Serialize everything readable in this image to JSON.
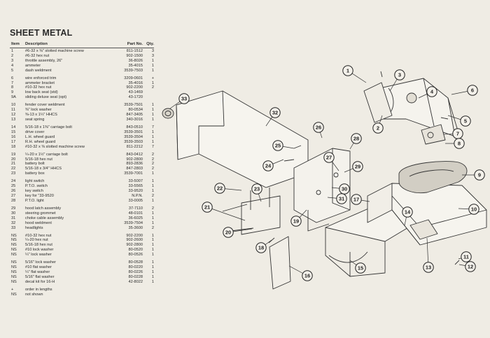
{
  "title": "SHEET METAL",
  "headers": {
    "item": "Item",
    "description": "Description",
    "part": "Part No.",
    "qty": "Qty."
  },
  "groups": [
    [
      {
        "item": "1",
        "desc": "#6-32 x ⅜\" slotted machine screw",
        "part": "811-1512",
        "qty": "3"
      },
      {
        "item": "2",
        "desc": "#6-32 hex nut",
        "part": "902-1500",
        "qty": "3"
      },
      {
        "item": "3",
        "desc": "throttle assembly, 26\"",
        "part": "36-8026",
        "qty": "1"
      },
      {
        "item": "4",
        "desc": "ammeter",
        "part": "35-4015",
        "qty": "1"
      },
      {
        "item": "5",
        "desc": "dash weldment",
        "part": "3539-7503",
        "qty": "1"
      }
    ],
    [
      {
        "item": "6",
        "desc": "wire enforced trim",
        "part": "3209-0601",
        "qty": "+"
      },
      {
        "item": "7",
        "desc": "ammeter bracket",
        "part": "35-4016",
        "qty": "1"
      },
      {
        "item": "8",
        "desc": "#10-32 hex nut",
        "part": "902-2200",
        "qty": "2"
      },
      {
        "item": "9",
        "desc": "low back seat (std)",
        "part": "43-1469",
        "qty": ""
      },
      {
        "item": "9A",
        "desc": "sliding deluxe seat (opt)",
        "part": "43-1720",
        "qty": ""
      }
    ],
    [
      {
        "item": "10",
        "desc": "fender cover weldment",
        "part": "3539-7501",
        "qty": "1"
      },
      {
        "item": "11",
        "desc": "⅜\" lock washer",
        "part": "80-0534",
        "qty": "1"
      },
      {
        "item": "12",
        "desc": "⅜-13 x 1¼\" HHCS",
        "part": "847-3405",
        "qty": "1"
      },
      {
        "item": "13",
        "desc": "seat spring",
        "part": "340-3016",
        "qty": "1"
      }
    ],
    [
      {
        "item": "14",
        "desc": "5/16-18 x 1⅜\" carriage bolt",
        "part": "843-0510",
        "qty": "7"
      },
      {
        "item": "15",
        "desc": "drive cover",
        "part": "3539-3501",
        "qty": "1"
      },
      {
        "item": "16",
        "desc": "L.H. wheel guard",
        "part": "3539-3504",
        "qty": "1"
      },
      {
        "item": "17",
        "desc": "R.H. wheel guard",
        "part": "3539-3503",
        "qty": "1"
      },
      {
        "item": "18",
        "desc": "#10-32 x ⅜ slotted machine screw",
        "part": "811-2212",
        "qty": "7"
      }
    ],
    [
      {
        "item": "19",
        "desc": "¼-20 x 1½\" carriage bolt",
        "part": "843-0412",
        "qty": "2"
      },
      {
        "item": "20",
        "desc": "5/16-18 hex nut",
        "part": "902-2800",
        "qty": "2"
      },
      {
        "item": "21",
        "desc": "battery bolt",
        "part": "893-2836",
        "qty": "2"
      },
      {
        "item": "22",
        "desc": "5/16-18 x 3/4\" HHCS",
        "part": "847-2803",
        "qty": "2"
      },
      {
        "item": "23",
        "desc": "battery box",
        "part": "3539-7001",
        "qty": "1"
      }
    ],
    [
      {
        "item": "24",
        "desc": "light switch",
        "part": "33-5007",
        "qty": "1"
      },
      {
        "item": "25",
        "desc": "P.T.O. switch",
        "part": "33-5565",
        "qty": "1"
      },
      {
        "item": "26",
        "desc": "key switch",
        "part": "33-9520",
        "qty": "1"
      },
      {
        "item": "27",
        "desc": "key for \"33-9520",
        "part": "N.P.N.",
        "qty": "2"
      },
      {
        "item": "28",
        "desc": "P.T.O. light",
        "part": "33-0005",
        "qty": "1"
      }
    ],
    [
      {
        "item": "29",
        "desc": "hood latch assembly",
        "part": "37-7110",
        "qty": "2"
      },
      {
        "item": "30",
        "desc": "steering grommet",
        "part": "48-0101",
        "qty": "1"
      },
      {
        "item": "31",
        "desc": "choke cable assembly",
        "part": "36-6025",
        "qty": "1"
      },
      {
        "item": "32",
        "desc": "hood weldment",
        "part": "3539-7504",
        "qty": "1"
      },
      {
        "item": "33",
        "desc": "headlights",
        "part": "35-3600",
        "qty": "2"
      }
    ],
    [
      {
        "item": "NS",
        "desc": "#10-32 hex nut",
        "part": "902-2200",
        "qty": "1"
      },
      {
        "item": "NS",
        "desc": "¼-20 hex nut",
        "part": "902-2600",
        "qty": "1"
      },
      {
        "item": "NS",
        "desc": "5/16-18 hex nut",
        "part": "902-2800",
        "qty": "1"
      },
      {
        "item": "NS",
        "desc": "#10 lock washer",
        "part": "80-0520",
        "qty": "1"
      },
      {
        "item": "NS",
        "desc": "¼\" lock washer",
        "part": "80-0526",
        "qty": "1"
      }
    ],
    [
      {
        "item": "NS",
        "desc": "5/16\" lock washer",
        "part": "80-0528",
        "qty": "1"
      },
      {
        "item": "NS",
        "desc": "#10 flat washer",
        "part": "80-0220",
        "qty": "1"
      },
      {
        "item": "NS",
        "desc": "¼\" flat washer",
        "part": "80-0226",
        "qty": "1"
      },
      {
        "item": "NS",
        "desc": "5/16\" flat washer",
        "part": "80-0228",
        "qty": "1"
      },
      {
        "item": "NS",
        "desc": "decal kit for 16-H",
        "part": "42-8022",
        "qty": "1"
      }
    ],
    [
      {
        "item": "+",
        "desc": "order in lengths",
        "part": "",
        "qty": ""
      },
      {
        "item": "NS",
        "desc": "not shown",
        "part": "",
        "qty": ""
      }
    ]
  ],
  "callouts": [
    "1",
    "2",
    "3",
    "4",
    "5",
    "6",
    "7",
    "8",
    "9",
    "10",
    "11",
    "12",
    "13",
    "14",
    "15",
    "16",
    "17",
    "18",
    "19",
    "20",
    "21",
    "22",
    "23",
    "24",
    "25",
    "26",
    "27",
    "28",
    "29",
    "30",
    "31",
    "32",
    "33"
  ]
}
